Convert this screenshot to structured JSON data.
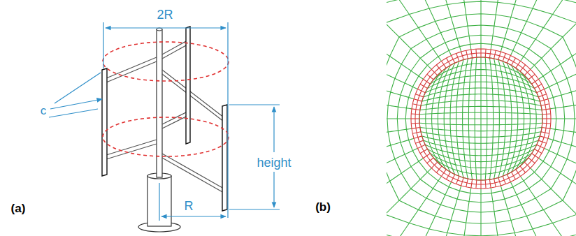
{
  "diagram": {
    "labels": [
      "2R",
      "c",
      "height",
      "R",
      "(a)",
      "(b)"
    ]
  }
}
